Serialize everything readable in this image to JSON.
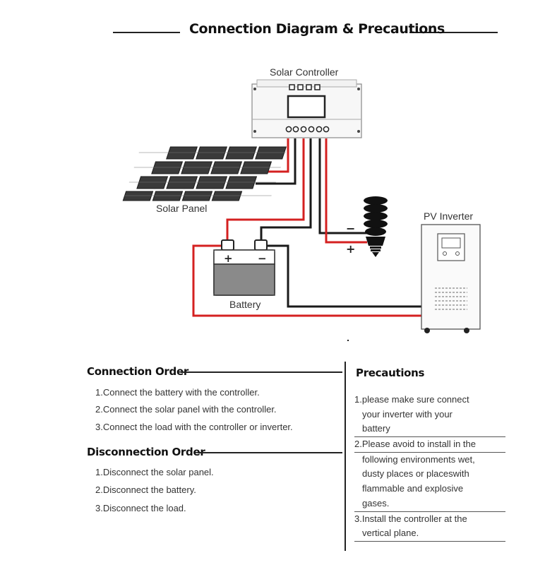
{
  "header": {
    "title": "Connection Diagram & Precautions"
  },
  "diagram": {
    "controller_label": "Solar Controller",
    "panel_label": "Solar Panel",
    "inverter_label": "PV Inverter",
    "battery_label": "Battery",
    "battery_plus": "+",
    "battery_minus": "−",
    "load_minus": "−",
    "load_plus": "+"
  },
  "connection_order": {
    "heading": "Connection Order",
    "steps": [
      "1.Connect the battery with the controller.",
      "2.Connect the solar panel with the controller.",
      "3.Connect the load with the controller or inverter."
    ]
  },
  "disconnection_order": {
    "heading": "Disconnection Order",
    "steps": [
      "1.Disconnect the solar panel.",
      "2.Disconnect the battery.",
      "3.Disconnect the load."
    ]
  },
  "precautions": {
    "heading": "Precautions",
    "lines": [
      "1.please make sure connect",
      "your inverter with your",
      "battery",
      "2.Please avoid to install in the",
      "following environments wet,",
      "dusty places or placeswith",
      "flammable and explosive",
      "gases.",
      "3.Install the controller at the",
      "vertical plane."
    ]
  },
  "colors": {
    "wire_red": "#d42020",
    "wire_black": "#1a1a1a",
    "battery_gray": "#8a8a8a"
  }
}
